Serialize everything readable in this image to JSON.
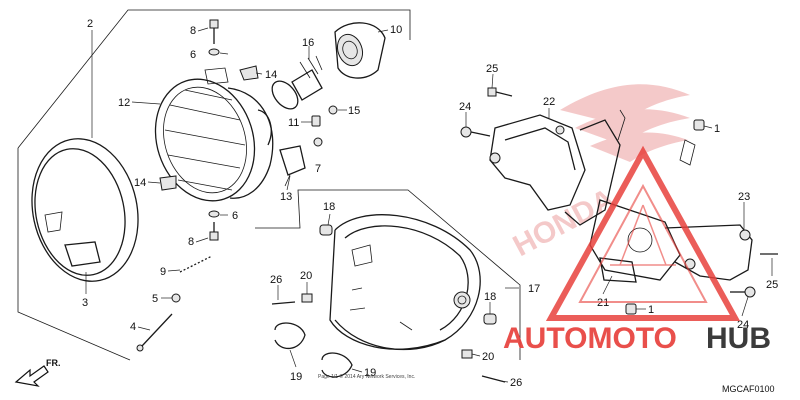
{
  "diagram": {
    "code": "MGCAF0100",
    "front_label": "FR.",
    "copyright": "Page 1/1 © 2014 Ary Network Services, Inc."
  },
  "callouts": [
    {
      "id": "2",
      "label": "2"
    },
    {
      "id": "3",
      "label": "3"
    },
    {
      "id": "4",
      "label": "4"
    },
    {
      "id": "5",
      "label": "5"
    },
    {
      "id": "6a",
      "label": "6"
    },
    {
      "id": "6b",
      "label": "6"
    },
    {
      "id": "7",
      "label": "7"
    },
    {
      "id": "8a",
      "label": "8"
    },
    {
      "id": "8b",
      "label": "8"
    },
    {
      "id": "9",
      "label": "9"
    },
    {
      "id": "10",
      "label": "10"
    },
    {
      "id": "11",
      "label": "11"
    },
    {
      "id": "12",
      "label": "12"
    },
    {
      "id": "13",
      "label": "13"
    },
    {
      "id": "14a",
      "label": "14"
    },
    {
      "id": "14b",
      "label": "14"
    },
    {
      "id": "15",
      "label": "15"
    },
    {
      "id": "16",
      "label": "16"
    },
    {
      "id": "17",
      "label": "17"
    },
    {
      "id": "18a",
      "label": "18"
    },
    {
      "id": "18b",
      "label": "18"
    },
    {
      "id": "19",
      "label": "19"
    },
    {
      "id": "19b",
      "label": "19"
    },
    {
      "id": "20a",
      "label": "20"
    },
    {
      "id": "20b",
      "label": "20"
    },
    {
      "id": "21",
      "label": "21"
    },
    {
      "id": "22",
      "label": "22"
    },
    {
      "id": "23",
      "label": "23"
    },
    {
      "id": "24a",
      "label": "24"
    },
    {
      "id": "24b",
      "label": "24"
    },
    {
      "id": "25a",
      "label": "25"
    },
    {
      "id": "25b",
      "label": "25"
    },
    {
      "id": "26a",
      "label": "26"
    },
    {
      "id": "26b",
      "label": "26"
    },
    {
      "id": "1a",
      "label": "1"
    },
    {
      "id": "1b",
      "label": "1"
    }
  ],
  "watermark": {
    "word_primary": "AUTOMOTO",
    "word_secondary": "HUB",
    "primary_color": "#e8413c",
    "secondary_color": "#2b2b2b",
    "triangle_color": "#e8413c",
    "brand_text": "HONDA"
  }
}
